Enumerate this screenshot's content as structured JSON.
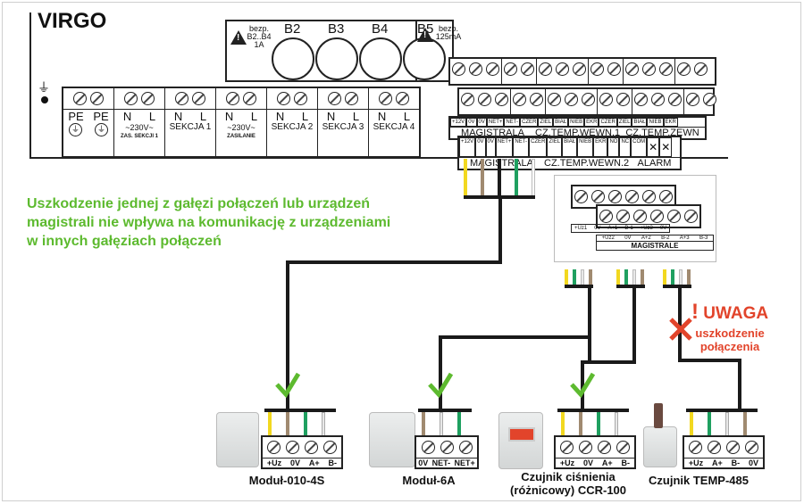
{
  "controller": {
    "name": "VIRGO",
    "fuse_warning_left": {
      "line1": "bezp.",
      "line2": "B2..B4",
      "line3": "1A"
    },
    "fuse_warning_right": {
      "line1": "bezp.",
      "line2": "125mA"
    },
    "fuses": [
      "B2",
      "B3",
      "B4",
      "B5"
    ],
    "power_terminals": [
      {
        "pins": [
          "PE",
          "PE"
        ],
        "caption": "",
        "ground": true
      },
      {
        "pins": [
          "N",
          "L"
        ],
        "caption": "~230V~",
        "sub": "ZAS. SEKCJI 1"
      },
      {
        "pins": [
          "N",
          "L"
        ],
        "caption": "SEKCJA 1"
      },
      {
        "pins": [
          "N",
          "L"
        ],
        "caption": "~230V~",
        "sub": "ZASILANIE"
      },
      {
        "pins": [
          "N",
          "L"
        ],
        "caption": "SEKCJA 2"
      },
      {
        "pins": [
          "N",
          "L"
        ],
        "caption": "SEKCJA 3"
      },
      {
        "pins": [
          "N",
          "L"
        ],
        "caption": "SEKCJA 4"
      }
    ],
    "signal_upper": [
      {
        "pins": [
          "+12V",
          "0V",
          "0V",
          "NET+",
          "NET-"
        ],
        "name": "MAGISTRALA"
      },
      {
        "pins": [
          "CZER",
          "ZIEL",
          "BIAŁ",
          "NIEB",
          "EKR"
        ],
        "name": "CZ.TEMP.WEWN.1"
      },
      {
        "pins": [
          "CZER",
          "ZIEL",
          "BIAŁ",
          "NIEB",
          "EKR"
        ],
        "name": "CZ.TEMP.ZEWN"
      }
    ],
    "signal_lower": [
      {
        "pins": [
          "+12V",
          "0V",
          "0V",
          "NET+",
          "NET-"
        ],
        "name": "MAGISTRALA"
      },
      {
        "pins": [
          "CZER",
          "ZIEL",
          "BIAŁ",
          "NIEB",
          "EKR"
        ],
        "name": "CZ.TEMP.WEWN.2"
      },
      {
        "pins": [
          "NO",
          "NC",
          "COM"
        ],
        "name": "ALARM"
      }
    ]
  },
  "note": {
    "line1": "Uszkodzenie jednej z gałęzi połączeń lub urządzeń",
    "line2": "magistrali nie wpływa na komunikację z urządzeniami",
    "line3": "w innych gałęziach połączeń"
  },
  "hub": {
    "upper_pins": [
      "+Uz1",
      "0V",
      "A+1",
      "B-1",
      "+Uz3",
      "0V"
    ],
    "lower_pins": [
      "+Uz2",
      "0V",
      "A+2",
      "B-2",
      "A+3",
      "B-3"
    ],
    "name": "MAGISTRALE"
  },
  "warning": {
    "mark": "!",
    "title": "UWAGA",
    "line1": "uszkodzenie",
    "line2": "połączenia"
  },
  "wire_colors": {
    "yellow": "#f2d820",
    "brown": "#a08a70",
    "black": "#1a1a1a",
    "green": "#1fa060",
    "white": "#e8e8e8"
  },
  "status_colors": {
    "ok": "#5dba2f",
    "fail": "#e2442b"
  },
  "devices": [
    {
      "name": "Moduł-010-4S",
      "pins": [
        "+Uz",
        "0V",
        "A+",
        "B-"
      ],
      "status": "ok"
    },
    {
      "name": "Moduł-6A",
      "pins": [
        "0V",
        "NET-",
        "NET+"
      ],
      "status": "ok"
    },
    {
      "name": "Czujnik ciśnienia",
      "name2": "(różnicowy) CCR-100",
      "pins": [
        "+Uz",
        "0V",
        "A+",
        "B-"
      ],
      "status": "ok"
    },
    {
      "name": "Czujnik TEMP-485",
      "pins": [
        "+Uz",
        "A+",
        "B-",
        "0V"
      ],
      "status": "fail"
    }
  ]
}
